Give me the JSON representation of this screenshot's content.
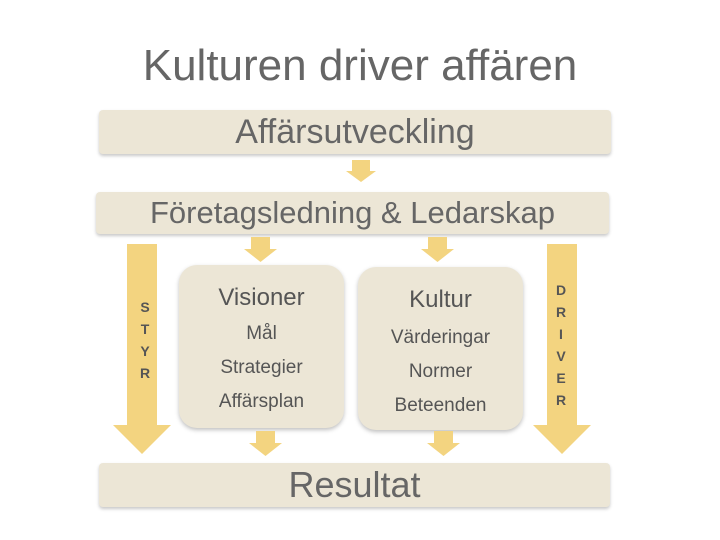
{
  "title": "Kulturen driver affären",
  "bars": {
    "top": "Affärsutveckling",
    "middle": "Företagsledning & Ledarskap",
    "bottom": "Resultat"
  },
  "boxes": {
    "left": {
      "heading": "Visioner",
      "items": [
        "Mål",
        "Strategier",
        "Affärsplan"
      ]
    },
    "right": {
      "heading": "Kultur",
      "items": [
        "Värderingar",
        "Normer",
        "Beteenden"
      ]
    }
  },
  "side_labels": {
    "left": [
      "S",
      "T",
      "Y",
      "R"
    ],
    "right": [
      "D",
      "R",
      "I",
      "V",
      "E",
      "R"
    ]
  },
  "colors": {
    "box_fill": "#ece6d6",
    "arrow_fill": "#f3d480",
    "text": "#666666"
  }
}
